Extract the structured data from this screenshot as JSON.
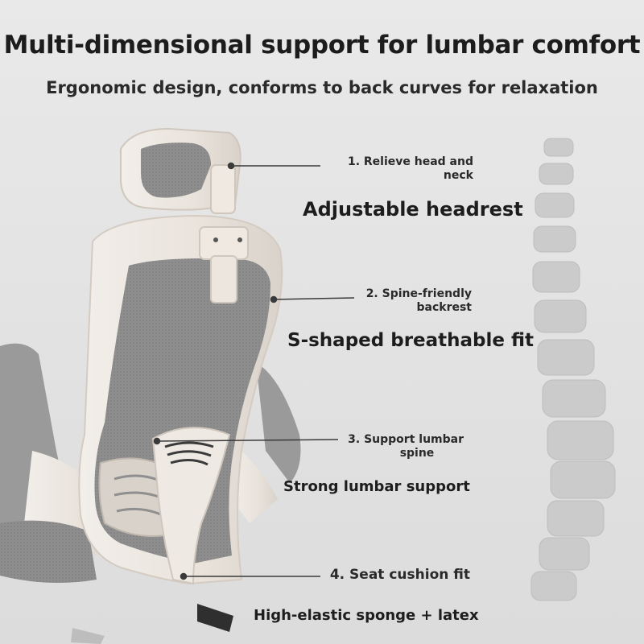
{
  "header": {
    "title": "Multi-dimensional support for lumbar comfort",
    "subtitle": "Ergonomic design, conforms to back curves for relaxation"
  },
  "callouts": [
    {
      "line1": "1. Relieve head and",
      "line2": "neck",
      "feature": "Adjustable headrest"
    },
    {
      "line1": "2. Spine-friendly",
      "line2": "backrest",
      "feature": "S-shaped breathable fit"
    },
    {
      "line1": "3. Support lumbar",
      "line2": "spine",
      "feature": "Strong lumbar support"
    },
    {
      "line1": "4. Seat cushion fit",
      "line2": "",
      "feature": "High-elastic sponge + latex"
    }
  ],
  "colors": {
    "frame": "#ece7e1",
    "mesh": "#8a8a8a",
    "spine": "#c9c9c9",
    "text": "#1f1f1f"
  },
  "icons": [
    "chair-illustration",
    "spine-illustration"
  ]
}
